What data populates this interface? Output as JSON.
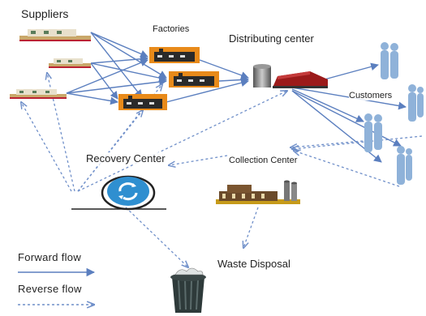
{
  "nodes": {
    "suppliers": "Suppliers",
    "factories": "Factories",
    "distribution": "Distributing center",
    "customers": "Customers",
    "recovery": "Recovery Center",
    "collection": "Collection Center",
    "waste": "Waste Disposal"
  },
  "legend": {
    "forward": "Forward flow",
    "reverse": "Reverse flow"
  },
  "colors": {
    "forward": "#5b7fbf",
    "reverse": "#6f8fc9",
    "factory_bg": "#e88a1a",
    "customer": "#8fb2d9",
    "recycle": "#2f8fd0"
  }
}
